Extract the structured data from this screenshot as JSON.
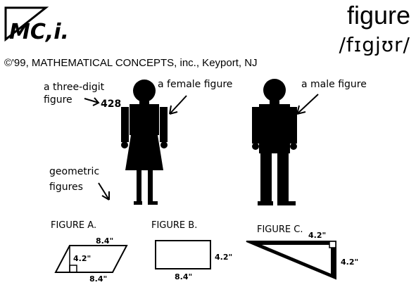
{
  "header": {
    "logo_text": "MC,i.",
    "headword": "figure",
    "pronunciation": "/fɪgjʊr/",
    "copyright": "©'99, MATHEMATICAL CONCEPTS, inc., Keyport, NJ"
  },
  "labels": {
    "three_digit_line1": "a three-digit",
    "three_digit_line2": "figure",
    "number": "428",
    "female": "a female figure",
    "male": "a male figure",
    "geometric_line1": "geometric",
    "geometric_line2": "figures"
  },
  "figure_a": {
    "caption": "FIGURE A.",
    "top": "8.4\"",
    "height": "4.2\"",
    "bottom": "8.4\""
  },
  "figure_b": {
    "caption": "FIGURE B.",
    "right": "4.2\"",
    "bottom": "8.4\""
  },
  "figure_c": {
    "caption": "FIGURE C.",
    "top": "4.2\"",
    "right": "4.2\""
  }
}
